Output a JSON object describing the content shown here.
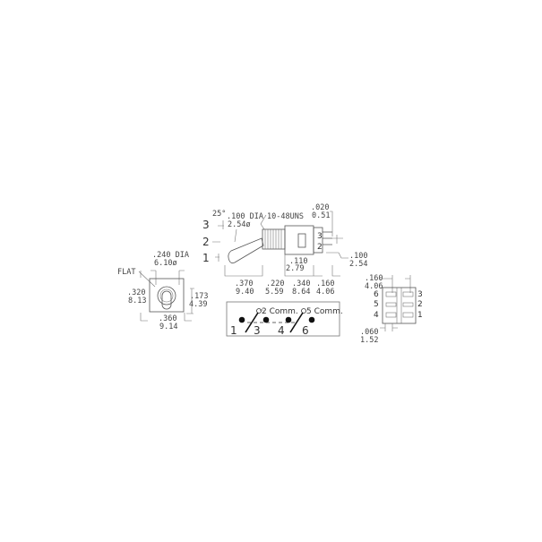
{
  "side_view": {
    "angle": "25°",
    "positions": [
      "3",
      "2",
      "1"
    ],
    "lever_dia": {
      "in": ".100 DIA",
      "mm": "2.54ø"
    },
    "thread": "10-48UNS",
    "terminal_thickness": {
      "in": ".020",
      "mm": "0.51"
    },
    "terminal_pitch": {
      "in": ".100",
      "mm": "2.54"
    },
    "body_offset": {
      "in": ".110",
      "mm": "2.79"
    },
    "terminal_labels": [
      "3",
      "2"
    ],
    "dims_bottom": [
      {
        "in": ".370",
        "mm": "9.40"
      },
      {
        "in": ".220",
        "mm": "5.59"
      },
      {
        "in": ".340",
        "mm": "8.64"
      },
      {
        "in": ".160",
        "mm": "4.06"
      }
    ]
  },
  "front_view": {
    "bushing_dia": {
      "in": ".240 DIA",
      "mm": "6.10ø"
    },
    "flat_label": "FLAT",
    "height": {
      "in": ".320",
      "mm": "8.13"
    },
    "offset": {
      "in": ".173",
      "mm": "4.39"
    },
    "width": {
      "in": ".360",
      "mm": "9.14"
    }
  },
  "schematic": {
    "pins": [
      "1",
      "3",
      "4",
      "6"
    ],
    "common_labels": [
      "2 Comm.",
      "5 Comm."
    ]
  },
  "bottom_view": {
    "spacing": {
      "in": ".160",
      "mm": "4.06"
    },
    "pin_width": {
      "in": ".060",
      "mm": "1.52"
    },
    "left_pins": [
      "6",
      "5",
      "4"
    ],
    "right_pins": [
      "3",
      "2",
      "1"
    ]
  }
}
